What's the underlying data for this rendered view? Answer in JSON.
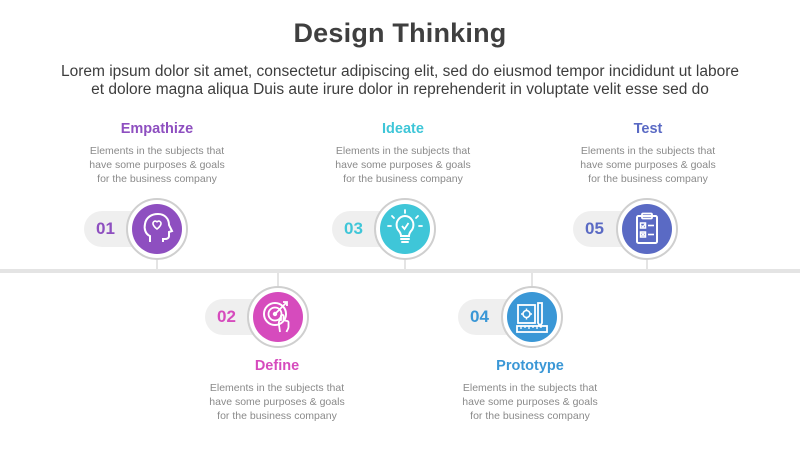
{
  "title": "Design Thinking",
  "subtitle": {
    "line1": "Lorem ipsum dolor sit amet, consectetur adipiscing elit, sed do eiusmod tempor incididunt ut labore",
    "line2": "et dolore magna aliqua Duis aute irure dolor in reprehenderit in voluptate velit esse sed do"
  },
  "steps": [
    {
      "number": "01",
      "title": "Empathize",
      "color": "#8e4fc0",
      "icon": "head-heart-icon",
      "desc": [
        "Elements in the subjects that",
        "have  some purposes & goals",
        "for the  business company"
      ]
    },
    {
      "number": "02",
      "title": "Define",
      "color": "#d64bbd",
      "icon": "target-hand-icon",
      "desc": [
        "Elements in the subjects that",
        "have  some purposes & goals",
        "for the  business company"
      ]
    },
    {
      "number": "03",
      "title": "Ideate",
      "color": "#3fc6d8",
      "icon": "lightbulb-icon",
      "desc": [
        "Elements in the subjects that",
        "have  some purposes & goals",
        "for the  business company"
      ]
    },
    {
      "number": "04",
      "title": "Prototype",
      "color": "#3a97d6",
      "icon": "prototype-tools-icon",
      "desc": [
        "Elements in the subjects that",
        "have  some purposes & goals",
        "for the  business company"
      ]
    },
    {
      "number": "05",
      "title": "Test",
      "color": "#5a6ac4",
      "icon": "checklist-clipboard-icon",
      "desc": [
        "Elements in the subjects that",
        "have  some purposes & goals",
        "for the  business company"
      ]
    }
  ]
}
